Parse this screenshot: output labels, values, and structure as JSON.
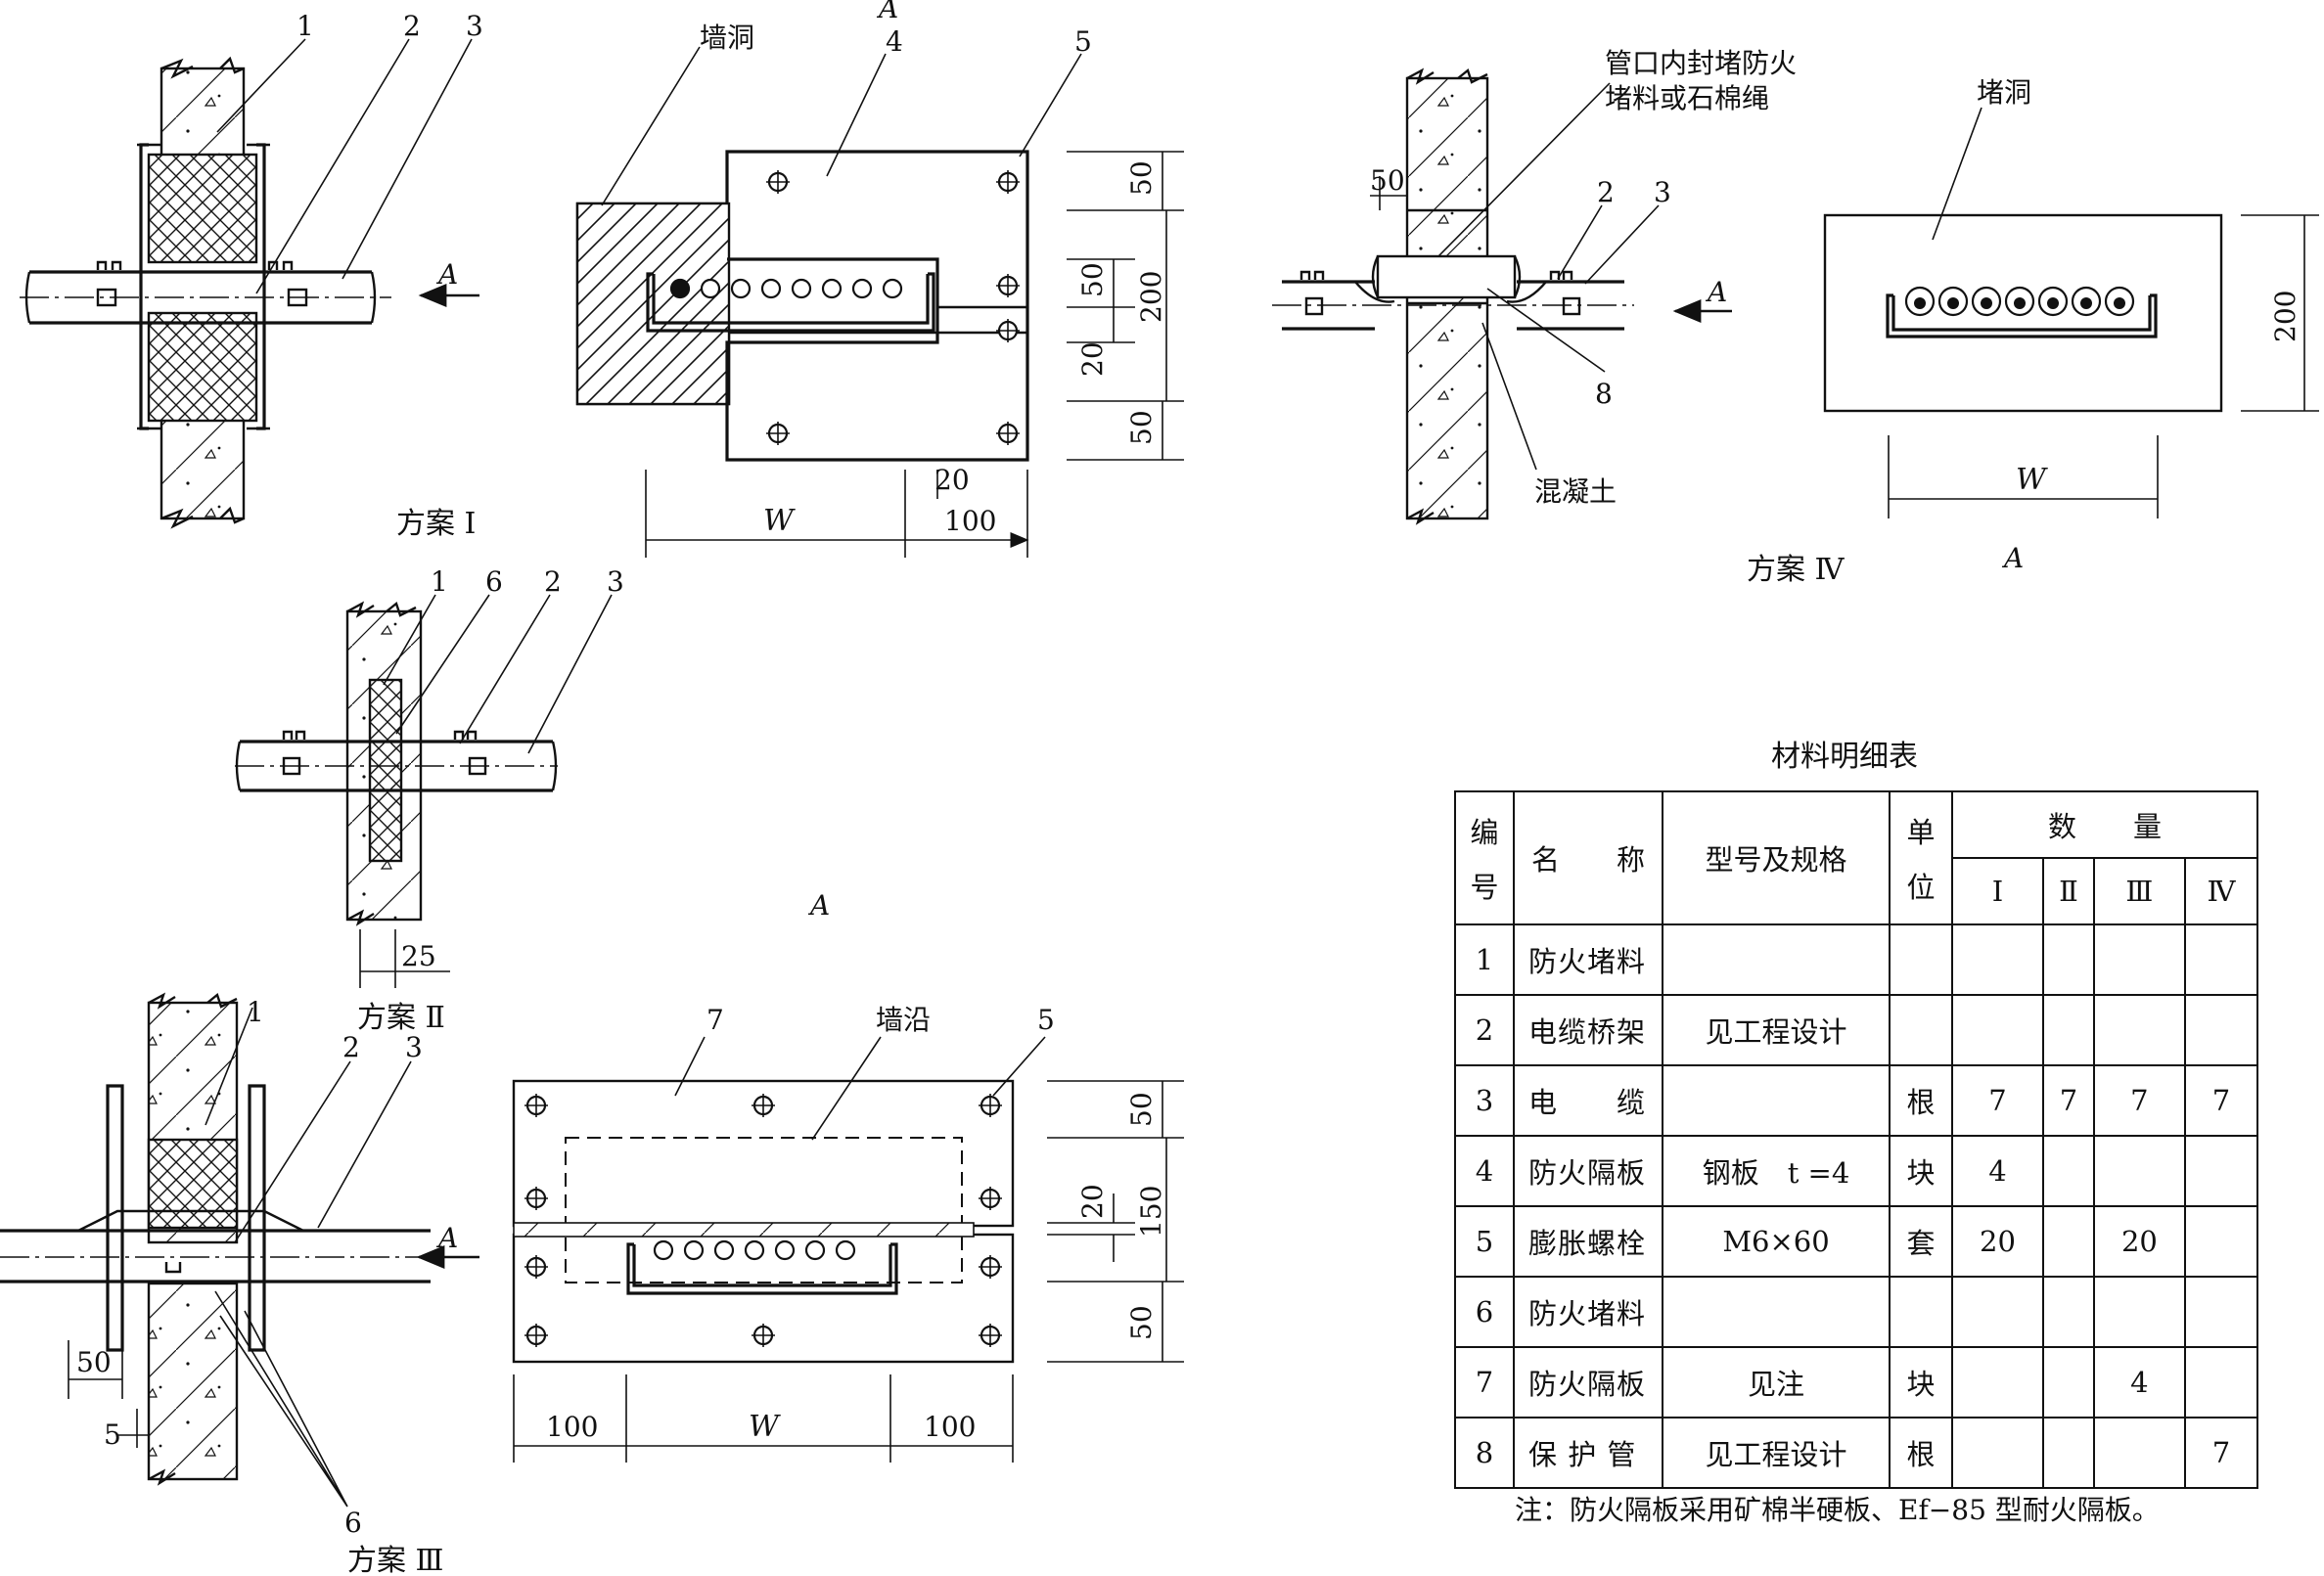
{
  "labels": {
    "n1": "1",
    "n2": "2",
    "n3": "3",
    "n4": "4",
    "n5": "5",
    "n6": "6",
    "n7": "7",
    "n8": "8",
    "A": "A",
    "scheme1": "方案 Ⅰ",
    "scheme2": "方案 Ⅱ",
    "scheme3": "方案 Ⅲ",
    "scheme4": "方案 Ⅳ",
    "wall_hole": "墙洞",
    "wall_edge": "墙沿",
    "plug_hole": "堵洞",
    "pipe_seal_line1": "管口内封堵防火",
    "pipe_seal_line2": "堵料或石棉绳",
    "concrete": "混凝土",
    "W": "W"
  },
  "dimensions": {
    "d50": "50",
    "d200": "200",
    "d20": "20",
    "d100": "100",
    "d25": "25",
    "d150": "150",
    "d5": "5"
  },
  "table": {
    "title": "材料明细表",
    "headers": {
      "no_top": "编",
      "no_bottom": "号",
      "name": "名　　称",
      "spec": "型号及规格",
      "unit_top": "单",
      "unit_bottom": "位",
      "qty": "数　　量",
      "schemes": [
        "Ⅰ",
        "Ⅱ",
        "Ⅲ",
        "Ⅳ"
      ]
    },
    "rows": [
      {
        "no": "1",
        "name": "防火堵料",
        "spec": "",
        "unit": "",
        "q1": "",
        "q2": "",
        "q3": "",
        "q4": ""
      },
      {
        "no": "2",
        "name": "电缆桥架",
        "spec": "见工程设计",
        "unit": "",
        "q1": "",
        "q2": "",
        "q3": "",
        "q4": ""
      },
      {
        "no": "3",
        "name": "电　　缆",
        "spec": "",
        "unit": "根",
        "q1": "7",
        "q2": "7",
        "q3": "7",
        "q4": "7"
      },
      {
        "no": "4",
        "name": "防火隔板",
        "spec": "钢板　t =4",
        "unit": "块",
        "q1": "4",
        "q2": "",
        "q3": "",
        "q4": ""
      },
      {
        "no": "5",
        "name": "膨胀螺栓",
        "spec": "M6×60",
        "unit": "套",
        "q1": "20",
        "q2": "",
        "q3": "20",
        "q4": ""
      },
      {
        "no": "6",
        "name": "防火堵料",
        "spec": "",
        "unit": "",
        "q1": "",
        "q2": "",
        "q3": "",
        "q4": ""
      },
      {
        "no": "7",
        "name": "防火隔板",
        "spec": "见注",
        "unit": "块",
        "q1": "",
        "q2": "",
        "q3": "4",
        "q4": ""
      },
      {
        "no": "8",
        "name": "保 护 管",
        "spec": "见工程设计",
        "unit": "根",
        "q1": "",
        "q2": "",
        "q3": "",
        "q4": "7"
      }
    ],
    "note": "注：防火隔板采用矿棉半硬板、Ef−85 型耐火隔板。"
  }
}
